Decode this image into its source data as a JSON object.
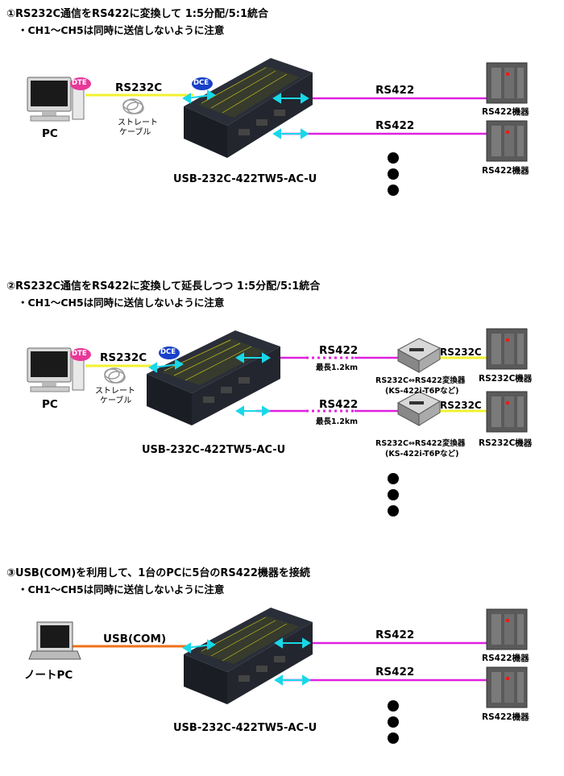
{
  "sections": [
    {
      "title": "①RS232C通信をRS422に変換して 1:5分配/5:1統合",
      "note": "・CH1～CH5は同時に送信しないように注意",
      "pc_label": "PC",
      "dte_badge": "DTE",
      "dce_badge": "DCE",
      "link_label": "RS232C",
      "cable_label_1": "ストレート",
      "cable_label_2": "ケーブル",
      "converter_label": "USB-232C-422TW5-AC-U",
      "line1_label": "RS422",
      "line2_label": "RS422",
      "device1_label": "RS422機器",
      "device2_label": "RS422機器"
    },
    {
      "title": "②RS232C通信をRS422に変換して延長しつつ 1:5分配/5:1統合",
      "note": "・CH1～CH5は同時に送信しないように注意",
      "pc_label": "PC",
      "dte_badge": "DTE",
      "dce_badge": "DCE",
      "link_label": "RS232C",
      "cable_label_1": "ストレート",
      "cable_label_2": "ケーブル",
      "converter_label": "USB-232C-422TW5-AC-U",
      "line1_label": "RS422",
      "line1_dist": "最長1.2km",
      "line2_label": "RS422",
      "line2_dist": "最長1.2km",
      "ext1_label_1": "RS232C⇔RS422変換器",
      "ext1_label_2": "(KS-422i-T6Pなど)",
      "ext2_label_1": "RS232C⇔RS422変換器",
      "ext2_label_2": "(KS-422i-T6Pなど)",
      "out1_label": "RS232C",
      "out2_label": "RS232C",
      "device1_label": "RS232C機器",
      "device2_label": "RS232C機器"
    },
    {
      "title": "③USB(COM)を利用して、1台のPCに5台のRS422機器を接続",
      "note": "・CH1～CH5は同時に送信しないように注意",
      "pc_label": "ノートPC",
      "link_label": "USB(COM)",
      "converter_label": "USB-232C-422TW5-AC-U",
      "line1_label": "RS422",
      "line2_label": "RS422",
      "device1_label": "RS422機器",
      "device2_label": "RS422機器"
    }
  ],
  "colors": {
    "rs232c": "#f2f230",
    "rs422": "#e020e0",
    "usb": "#f07018",
    "arrow": "#18d8e8",
    "badge": "#1840c8",
    "dte": "#e83898"
  }
}
